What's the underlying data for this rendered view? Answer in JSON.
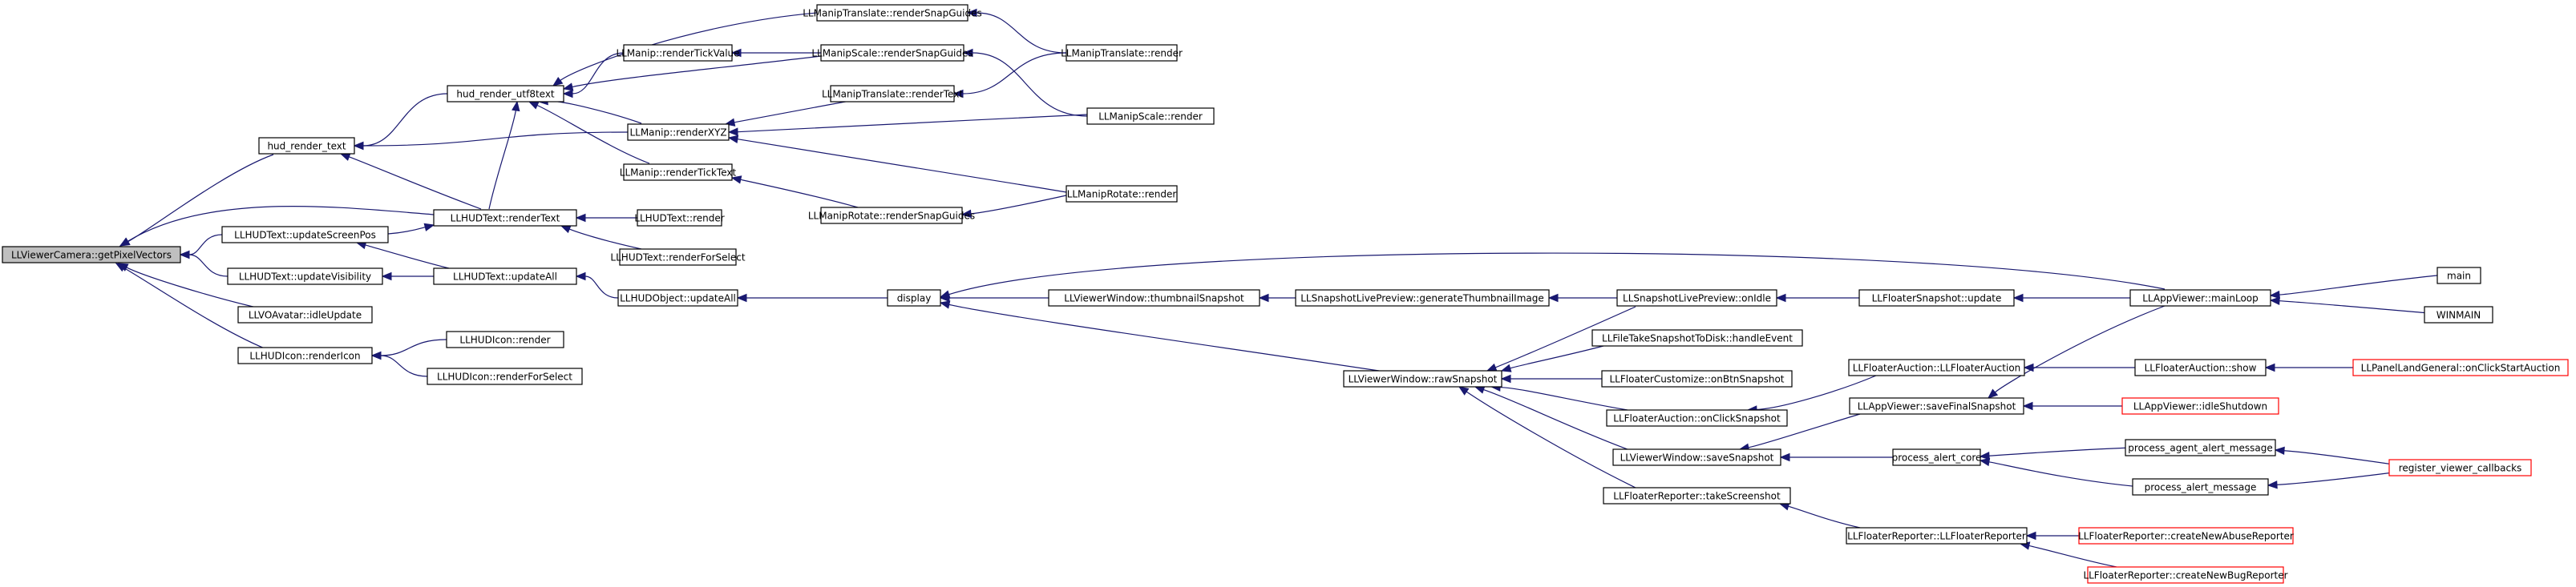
{
  "nodes": [
    {
      "id": "n0",
      "label": "LLViewerCamera::getPixelVectors",
      "root": true
    },
    {
      "id": "n1",
      "label": "hud_render_text"
    },
    {
      "id": "n2",
      "label": "hud_render_utf8text"
    },
    {
      "id": "n3",
      "label": "LLManip::renderTickValue"
    },
    {
      "id": "n4",
      "label": "LLManipTranslate::renderSnapGuides"
    },
    {
      "id": "n5",
      "label": "LLManipTranslate::render"
    },
    {
      "id": "n6",
      "label": "LLManipScale::renderSnapGuides"
    },
    {
      "id": "n7",
      "label": "LLManipScale::render"
    },
    {
      "id": "n8",
      "label": "LLManip::renderXYZ"
    },
    {
      "id": "n9",
      "label": "LLManipTranslate::renderText"
    },
    {
      "id": "n10",
      "label": "LLManipRotate::render"
    },
    {
      "id": "n11",
      "label": "LLManip::renderTickText"
    },
    {
      "id": "n12",
      "label": "LLManipRotate::renderSnapGuides"
    },
    {
      "id": "n13",
      "label": "LLHUDText::renderText"
    },
    {
      "id": "n14",
      "label": "LLHUDText::render"
    },
    {
      "id": "n15",
      "label": "LLHUDText::renderForSelect"
    },
    {
      "id": "n16",
      "label": "LLHUDText::updateScreenPos"
    },
    {
      "id": "n17",
      "label": "LLHUDText::updateAll"
    },
    {
      "id": "n18",
      "label": "LLHUDText::updateVisibility"
    },
    {
      "id": "n19",
      "label": "LLHUDObject::updateAll"
    },
    {
      "id": "n20",
      "label": "display"
    },
    {
      "id": "n21",
      "label": "LLVOAvatar::idleUpdate"
    },
    {
      "id": "n22",
      "label": "LLHUDIcon::renderIcon"
    },
    {
      "id": "n23",
      "label": "LLHUDIcon::render"
    },
    {
      "id": "n24",
      "label": "LLHUDIcon::renderForSelect"
    },
    {
      "id": "n25",
      "label": "LLViewerWindow::thumbnailSnapshot"
    },
    {
      "id": "n26",
      "label": "LLSnapshotLivePreview::generateThumbnailImage"
    },
    {
      "id": "n27",
      "label": "LLSnapshotLivePreview::onIdle"
    },
    {
      "id": "n28",
      "label": "LLFloaterSnapshot::update"
    },
    {
      "id": "n29",
      "label": "LLAppViewer::mainLoop"
    },
    {
      "id": "n30",
      "label": "main"
    },
    {
      "id": "n31",
      "label": "WINMAIN"
    },
    {
      "id": "n32",
      "label": "LLViewerWindow::rawSnapshot"
    },
    {
      "id": "n33",
      "label": "LLFileTakeSnapshotToDisk::handleEvent"
    },
    {
      "id": "n34",
      "label": "LLFloaterCustomize::onBtnSnapshot"
    },
    {
      "id": "n35",
      "label": "LLFloaterAuction::onClickSnapshot"
    },
    {
      "id": "n36",
      "label": "LLFloaterAuction::LLFloaterAuction"
    },
    {
      "id": "n37",
      "label": "LLFloaterAuction::show"
    },
    {
      "id": "n38",
      "label": "LLPanelLandGeneral::onClickStartAuction",
      "red": true
    },
    {
      "id": "n39",
      "label": "LLViewerWindow::saveSnapshot"
    },
    {
      "id": "n40",
      "label": "LLAppViewer::saveFinalSnapshot"
    },
    {
      "id": "n41",
      "label": "LLAppViewer::idleShutdown",
      "red": true
    },
    {
      "id": "n42",
      "label": "process_alert_core"
    },
    {
      "id": "n43",
      "label": "process_agent_alert_message"
    },
    {
      "id": "n44",
      "label": "process_alert_message"
    },
    {
      "id": "n45",
      "label": "register_viewer_callbacks",
      "red": true
    },
    {
      "id": "n46",
      "label": "LLFloaterReporter::takeScreenshot"
    },
    {
      "id": "n47",
      "label": "LLFloaterReporter::LLFloaterReporter"
    },
    {
      "id": "n48",
      "label": "LLFloaterReporter::createNewAbuseReporter",
      "red": true
    },
    {
      "id": "n49",
      "label": "LLFloaterReporter::createNewBugReporter",
      "red": true
    }
  ],
  "edges": [
    [
      "n1",
      "n0"
    ],
    [
      "n13",
      "n0"
    ],
    [
      "n16",
      "n0"
    ],
    [
      "n18",
      "n0"
    ],
    [
      "n21",
      "n0"
    ],
    [
      "n22",
      "n0"
    ],
    [
      "n2",
      "n1"
    ],
    [
      "n8",
      "n1"
    ],
    [
      "n13",
      "n1"
    ],
    [
      "n3",
      "n2"
    ],
    [
      "n4",
      "n2"
    ],
    [
      "n6",
      "n2"
    ],
    [
      "n8",
      "n2"
    ],
    [
      "n11",
      "n2"
    ],
    [
      "n13",
      "n2"
    ],
    [
      "n6",
      "n3"
    ],
    [
      "n5",
      "n4"
    ],
    [
      "n7",
      "n6"
    ],
    [
      "n9",
      "n8"
    ],
    [
      "n7",
      "n8"
    ],
    [
      "n10",
      "n8"
    ],
    [
      "n5",
      "n9"
    ],
    [
      "n12",
      "n11"
    ],
    [
      "n10",
      "n12"
    ],
    [
      "n14",
      "n13"
    ],
    [
      "n15",
      "n13"
    ],
    [
      "n16",
      "n13"
    ],
    [
      "n17",
      "n16"
    ],
    [
      "n17",
      "n18"
    ],
    [
      "n19",
      "n17"
    ],
    [
      "n20",
      "n19"
    ],
    [
      "n29",
      "n20"
    ],
    [
      "n25",
      "n20"
    ],
    [
      "n32",
      "n20"
    ],
    [
      "n23",
      "n22"
    ],
    [
      "n24",
      "n22"
    ],
    [
      "n26",
      "n25"
    ],
    [
      "n27",
      "n26"
    ],
    [
      "n28",
      "n27"
    ],
    [
      "n29",
      "n28"
    ],
    [
      "n30",
      "n29"
    ],
    [
      "n31",
      "n29"
    ],
    [
      "n27",
      "n32"
    ],
    [
      "n33",
      "n32"
    ],
    [
      "n34",
      "n32"
    ],
    [
      "n35",
      "n32"
    ],
    [
      "n39",
      "n32"
    ],
    [
      "n46",
      "n32"
    ],
    [
      "n36",
      "n35"
    ],
    [
      "n37",
      "n36"
    ],
    [
      "n38",
      "n37"
    ],
    [
      "n40",
      "n39"
    ],
    [
      "n42",
      "n39"
    ],
    [
      "n29",
      "n40"
    ],
    [
      "n41",
      "n40"
    ],
    [
      "n43",
      "n42"
    ],
    [
      "n44",
      "n42"
    ],
    [
      "n45",
      "n43"
    ],
    [
      "n45",
      "n44"
    ],
    [
      "n47",
      "n46"
    ],
    [
      "n48",
      "n47"
    ],
    [
      "n49",
      "n47"
    ]
  ]
}
